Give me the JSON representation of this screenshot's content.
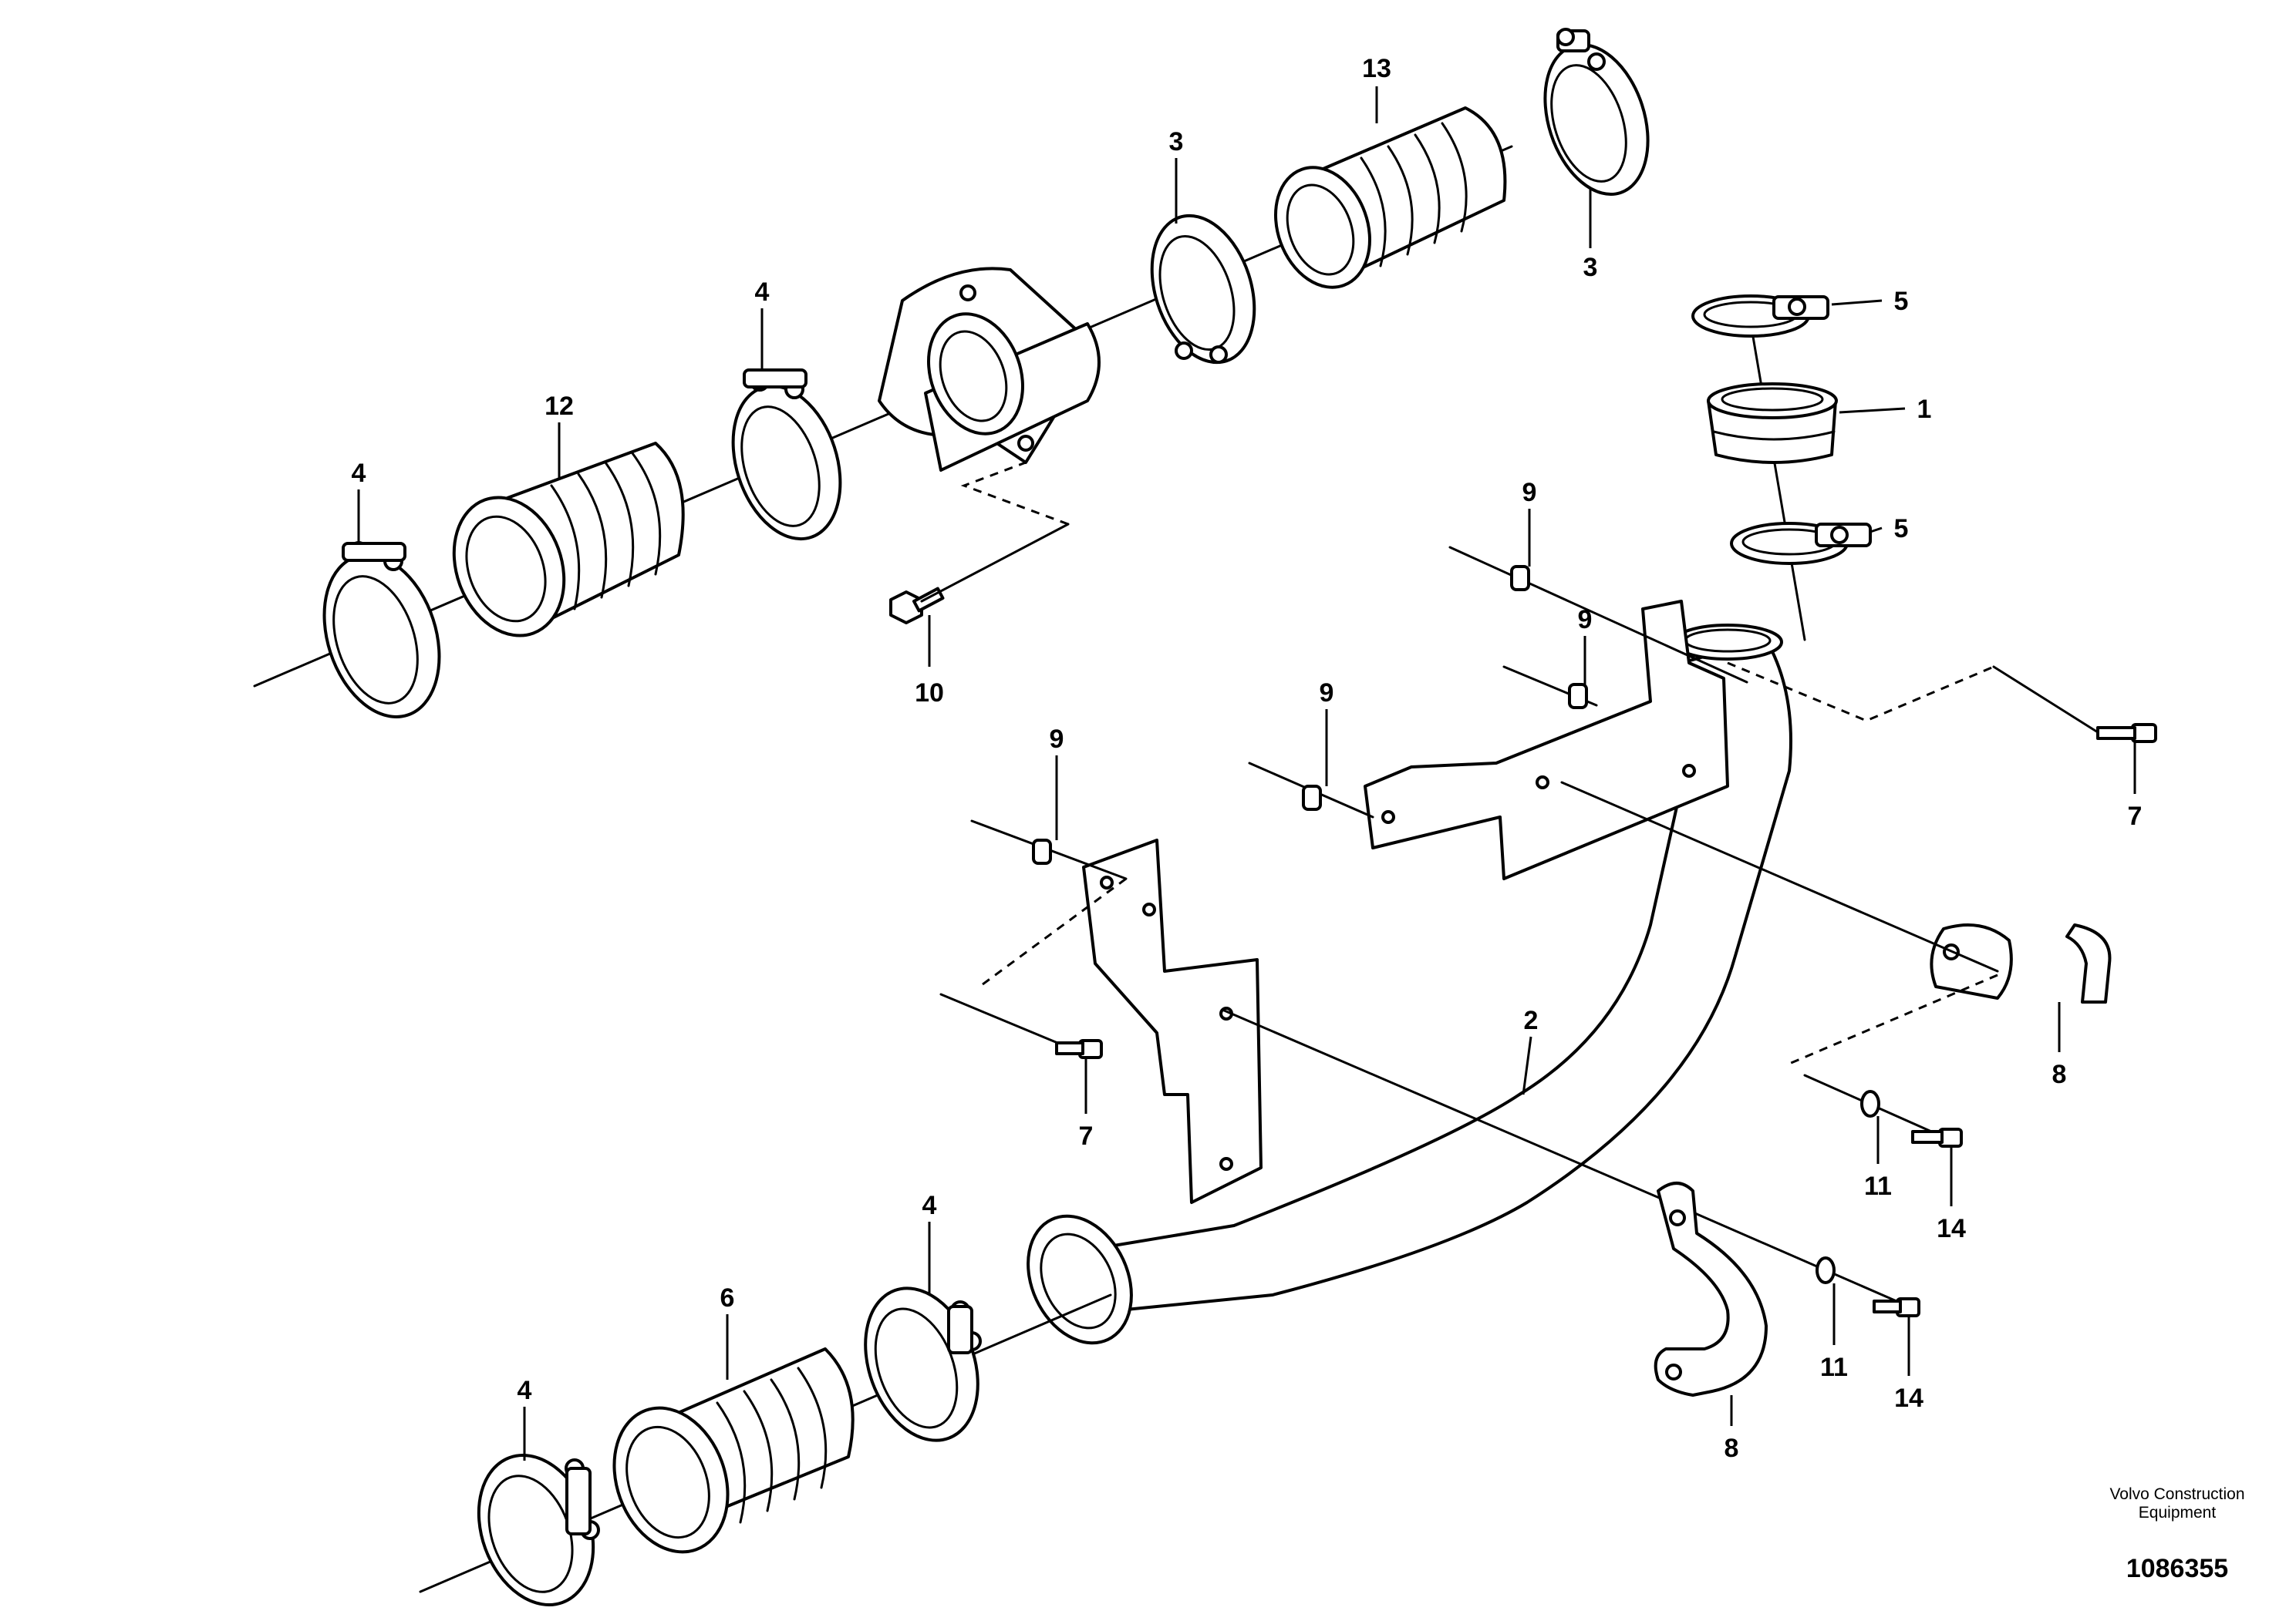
{
  "diagram": {
    "callouts": [
      {
        "id": "c13",
        "text": "13"
      },
      {
        "id": "c3a",
        "text": "3"
      },
      {
        "id": "c3b",
        "text": "3"
      },
      {
        "id": "c4a",
        "text": "4"
      },
      {
        "id": "c12",
        "text": "12"
      },
      {
        "id": "c4b",
        "text": "4"
      },
      {
        "id": "c10",
        "text": "10"
      },
      {
        "id": "c5a",
        "text": "5"
      },
      {
        "id": "c1",
        "text": "1"
      },
      {
        "id": "c5b",
        "text": "5"
      },
      {
        "id": "c9a",
        "text": "9"
      },
      {
        "id": "c9b",
        "text": "9"
      },
      {
        "id": "c9c",
        "text": "9"
      },
      {
        "id": "c9d",
        "text": "9"
      },
      {
        "id": "c7a",
        "text": "7"
      },
      {
        "id": "c7b",
        "text": "7"
      },
      {
        "id": "c2",
        "text": "2"
      },
      {
        "id": "c8a",
        "text": "8"
      },
      {
        "id": "c11a",
        "text": "11"
      },
      {
        "id": "c14a",
        "text": "14"
      },
      {
        "id": "c4c",
        "text": "4"
      },
      {
        "id": "c6",
        "text": "6"
      },
      {
        "id": "c4d",
        "text": "4"
      },
      {
        "id": "c11b",
        "text": "11"
      },
      {
        "id": "c14b",
        "text": "14"
      },
      {
        "id": "c8b",
        "text": "8"
      }
    ]
  },
  "footer": {
    "brand_line1": "Volvo Construction",
    "brand_line2": "Equipment",
    "drawing_number": "1086355"
  }
}
